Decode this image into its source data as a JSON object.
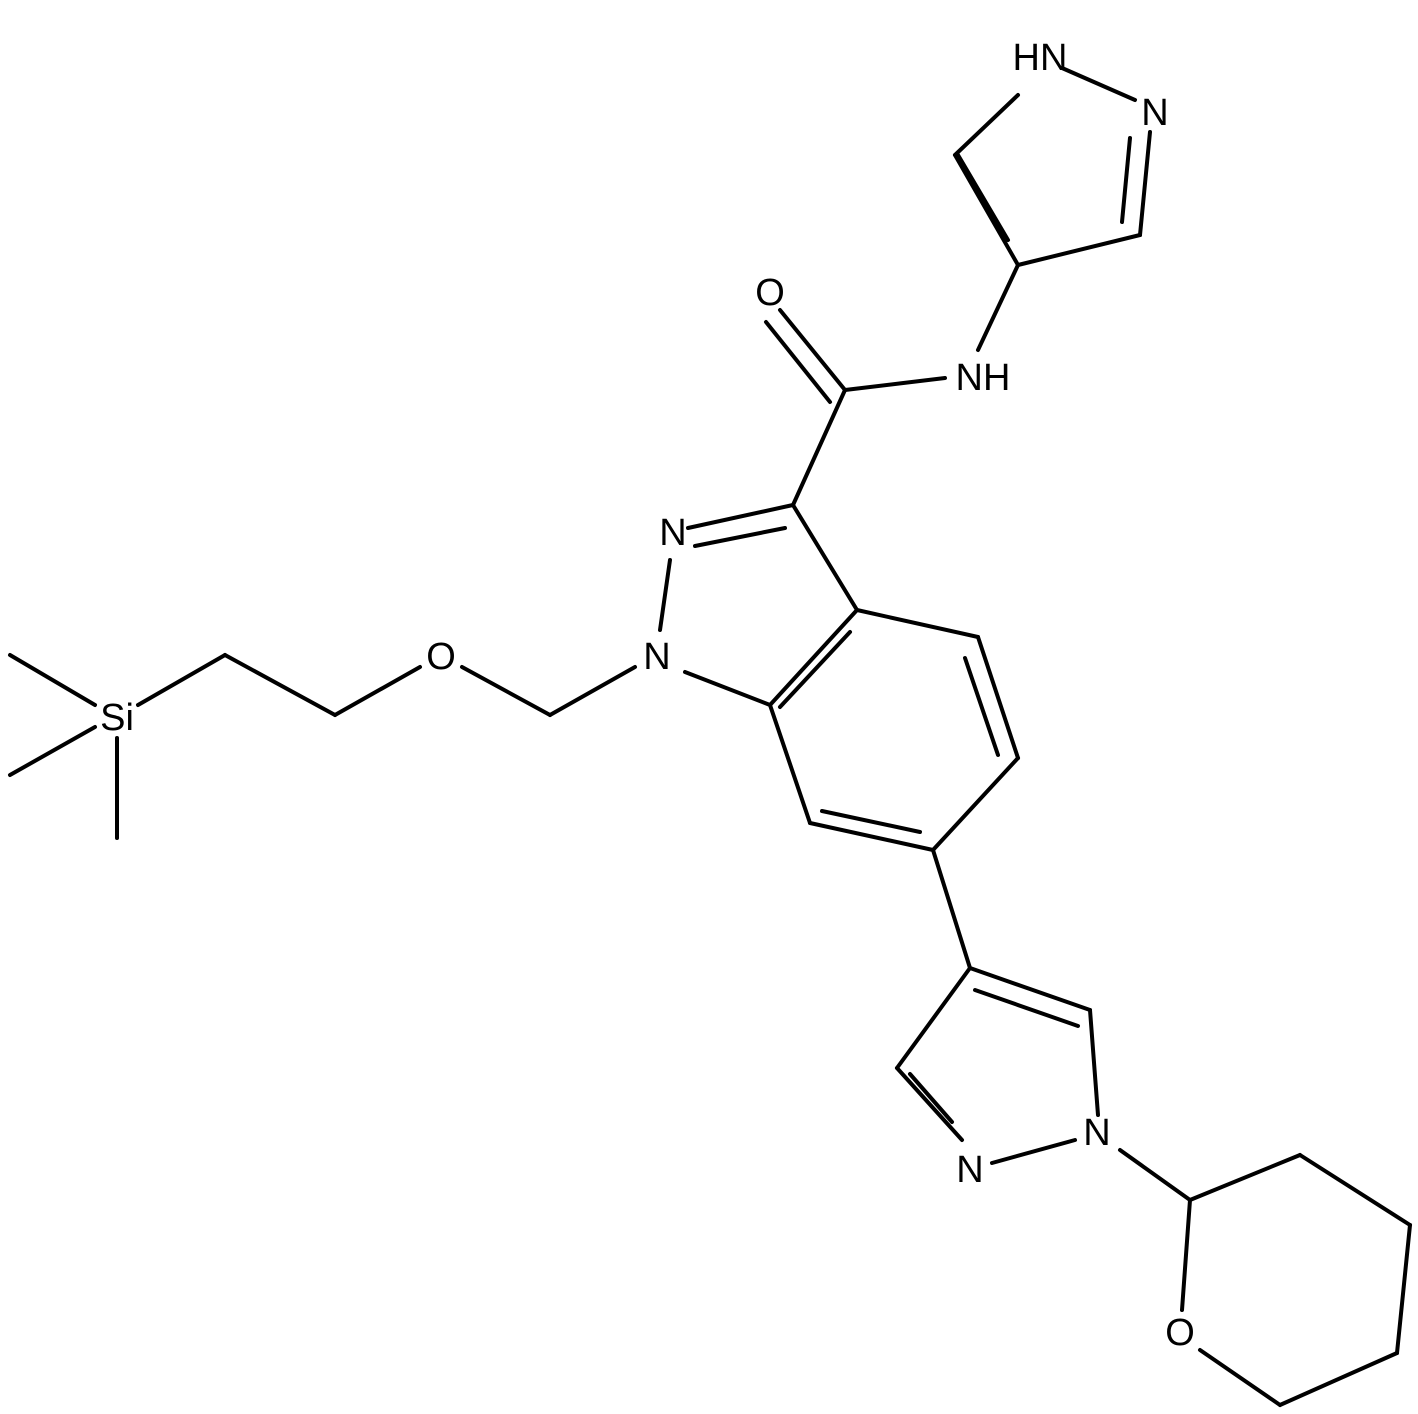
{
  "atoms": [
    {
      "id": "si",
      "text": "Si"
    },
    {
      "id": "o_ether",
      "text": "O"
    },
    {
      "id": "n1_indazole",
      "text": "N"
    },
    {
      "id": "n2_indazole",
      "text": "N"
    },
    {
      "id": "o_carbonyl",
      "text": "O"
    },
    {
      "id": "nh_amide",
      "text": "NH"
    },
    {
      "id": "nh_pyrazole",
      "text": "HN"
    },
    {
      "id": "n_pyrazole_top",
      "text": "N"
    },
    {
      "id": "n1_pyrazole_bottom",
      "text": "N"
    },
    {
      "id": "n2_pyrazole_bottom",
      "text": "N"
    },
    {
      "id": "o_thp",
      "text": "O"
    }
  ],
  "colors": {
    "bond": "#000000",
    "background": "#ffffff"
  }
}
